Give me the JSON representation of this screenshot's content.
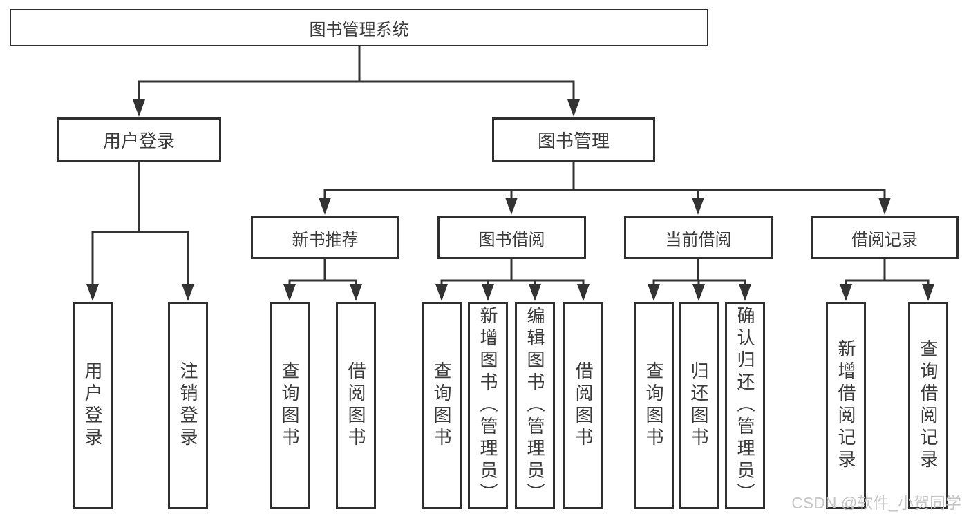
{
  "diagram": {
    "title": "图书管理系统",
    "root": {
      "label": "图书管理系统"
    },
    "branches": [
      {
        "label": "用户登录",
        "children": [
          {
            "label": "用户登录"
          },
          {
            "label": "注销登录"
          }
        ]
      },
      {
        "label": "图书管理",
        "groups": [
          {
            "label": "新书推荐",
            "children": [
              {
                "label": "查询图书"
              },
              {
                "label": "借阅图书"
              }
            ]
          },
          {
            "label": "图书借阅",
            "children": [
              {
                "label": "查询图书"
              },
              {
                "label": "新增图书（管理员）"
              },
              {
                "label": "编辑图书（管理员）"
              },
              {
                "label": "借阅图书"
              }
            ]
          },
          {
            "label": "当前借阅",
            "children": [
              {
                "label": "查询图书"
              },
              {
                "label": "归还图书"
              },
              {
                "label": "确认归还（管理员）"
              }
            ]
          },
          {
            "label": "借阅记录",
            "children": [
              {
                "label": "新增借阅记录"
              },
              {
                "label": "查询借阅记录"
              }
            ]
          }
        ]
      }
    ]
  },
  "watermark": {
    "text": "CSDN @软件_小贺同学",
    "color": "#c5c5c5"
  },
  "colors": {
    "line": "#333333",
    "box_border": "#2f2f2f",
    "text": "#3a3a3a",
    "background": "#ffffff"
  }
}
